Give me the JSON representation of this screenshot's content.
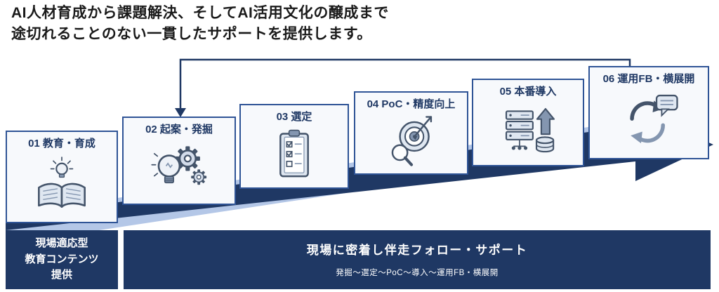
{
  "title": {
    "line1": "AI人材育成から課題解決、そしてAI活用文化の醸成まで",
    "line2": "途切れることのない一貫したサポートを提供します。"
  },
  "steps": [
    {
      "label": "01 教育・育成",
      "icon": "open-book-lightbulb-icon"
    },
    {
      "label": "02 起案・発掘",
      "icon": "lightbulb-gears-icon"
    },
    {
      "label": "03 選定",
      "icon": "clipboard-checklist-icon"
    },
    {
      "label": "04 PoC・精度向上",
      "icon": "target-dart-magnifier-icon"
    },
    {
      "label": "05 本番導入",
      "icon": "server-deploy-icon"
    },
    {
      "label": "06 運用FB・横展開",
      "icon": "cycle-feedback-icon"
    }
  ],
  "banners": {
    "left_label": "現場適応型\n教育コンテンツ\n提供",
    "right_title": "現場に密着し伴走フォロー・サポート",
    "right_subtitle": "発掘〜選定〜PoC〜導入〜運用FB・横展開"
  },
  "colors": {
    "navy": "#1f3864",
    "box_border": "#2f5496",
    "light_band": "#b4c7e7",
    "icon_stroke": "#44546a",
    "icon_fill": "#dfe7f1"
  }
}
